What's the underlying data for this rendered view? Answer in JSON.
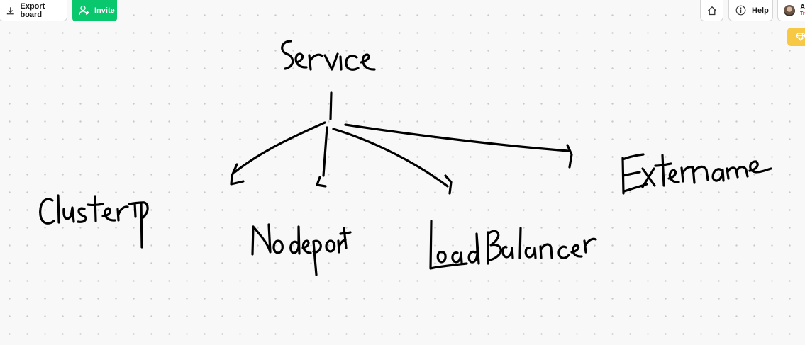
{
  "toolbar": {
    "export_label": "Export board",
    "invite_label": "Invite",
    "help_label": "Help"
  },
  "user": {
    "name": "A",
    "plan": "Tr"
  },
  "board": {
    "title": "Service",
    "children": [
      "ClusterIp",
      "Nodeport",
      "LoadBalancer",
      "Extername"
    ]
  },
  "colors": {
    "invite": "#09c76c",
    "upgrade": "#f7c844",
    "plan_text": "#e02020"
  },
  "icons": [
    "download-icon",
    "add-user-icon",
    "home-icon",
    "info-icon",
    "diamond-icon"
  ]
}
